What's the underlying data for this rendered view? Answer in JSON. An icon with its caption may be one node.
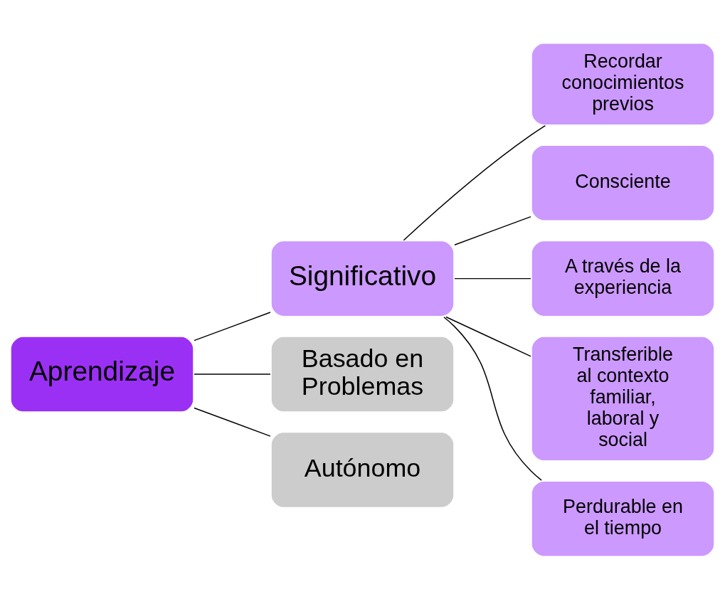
{
  "diagram": {
    "nodes": [
      {
        "text": [
          "Aprendizaje"
        ]
      },
      {
        "text": [
          "Significativo"
        ]
      },
      {
        "text": [
          "Basado en Problemas"
        ]
      },
      {
        "text": [
          "Autónomo"
        ]
      },
      {
        "text": [
          "Recordar conocimientos previos"
        ]
      },
      {
        "text": [
          "Consciente"
        ]
      },
      {
        "text": [
          "A través de la experiencia"
        ]
      },
      {
        "text": [
          "Transferible al contexto familiar, laboral y social"
        ]
      },
      {
        "text": [
          "Perdurable en el tiempo"
        ]
      }
    ],
    "edges": [
      {
        "from": 0,
        "to": 1,
        "arrow": "none"
      },
      {
        "from": 0,
        "to": 2,
        "arrow": "none"
      },
      {
        "from": 0,
        "to": 3,
        "arrow": "none"
      },
      {
        "from": 1,
        "to": 4,
        "arrow": "none"
      },
      {
        "from": 1,
        "to": 5,
        "arrow": "none"
      },
      {
        "from": 1,
        "to": 6,
        "arrow": "none"
      },
      {
        "from": 1,
        "to": 7,
        "arrow": "none"
      },
      {
        "from": 1,
        "to": 8,
        "arrow": "none"
      }
    ]
  }
}
